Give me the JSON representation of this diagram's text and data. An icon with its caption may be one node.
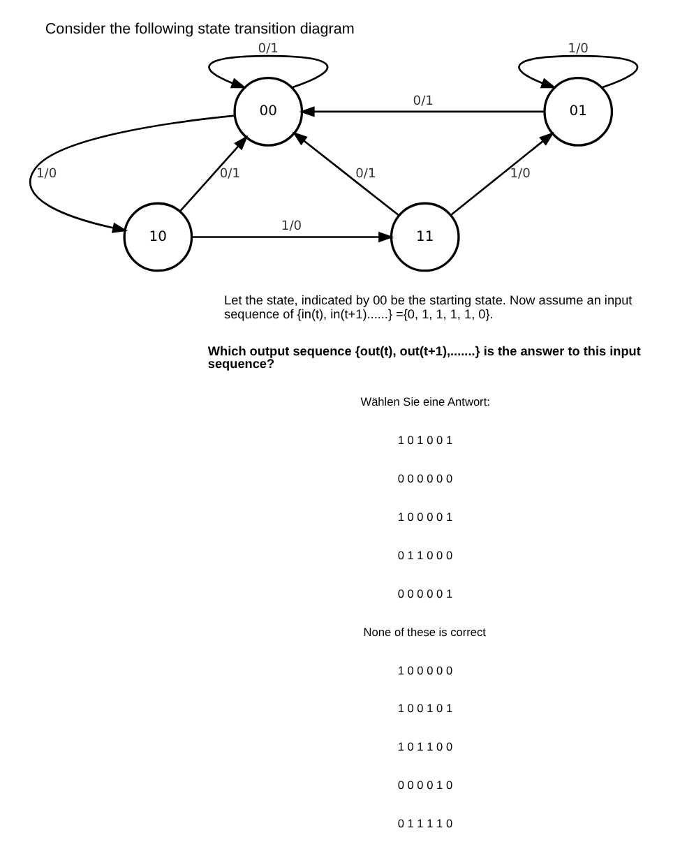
{
  "diagram": {
    "title": "Consider the following state transition diagram",
    "nodes": [
      {
        "text": [
          "00"
        ]
      },
      {
        "text": [
          "01"
        ]
      },
      {
        "text": [
          "10"
        ]
      },
      {
        "text": [
          "11"
        ]
      }
    ],
    "edges": [
      {
        "from": 0,
        "to": 0,
        "arrow": "to",
        "label": "0/1"
      },
      {
        "from": 1,
        "to": 1,
        "arrow": "to",
        "label": "1/0"
      },
      {
        "from": 1,
        "to": 0,
        "arrow": "to",
        "label": "0/1"
      },
      {
        "from": 0,
        "to": 2,
        "arrow": "to",
        "label": "1/0"
      },
      {
        "from": 2,
        "to": 0,
        "arrow": "to",
        "label": "0/1"
      },
      {
        "from": 3,
        "to": 0,
        "arrow": "to",
        "label": "0/1"
      },
      {
        "from": 3,
        "to": 1,
        "arrow": "to",
        "label": "1/0"
      },
      {
        "from": 2,
        "to": 3,
        "arrow": "to",
        "label": "1/0"
      }
    ],
    "labels": [
      "Let the state, indicated by 00 be the starting state. Now assume an input sequence of {in(t), in(t+1)......} ={0, 1, 1, 1, 1, 0}.",
      "Which output sequence {out(t), out(t+1),.......} is the answer to this input sequence?",
      "Wählen Sie eine Antwort:",
      "1 0 1 0 0 1",
      "0 0 0 0 0 0",
      "1 0 0 0 0 1",
      "0 1 1 0 0 0",
      "0 0 0 0 0 1",
      "None of these is correct",
      "1 0 0 0 0 0",
      "1 0 0 1 0 1",
      "1 0 1 1 0 0",
      "0 0 0 0 1 0",
      "0 1 1 1 1 0"
    ]
  }
}
